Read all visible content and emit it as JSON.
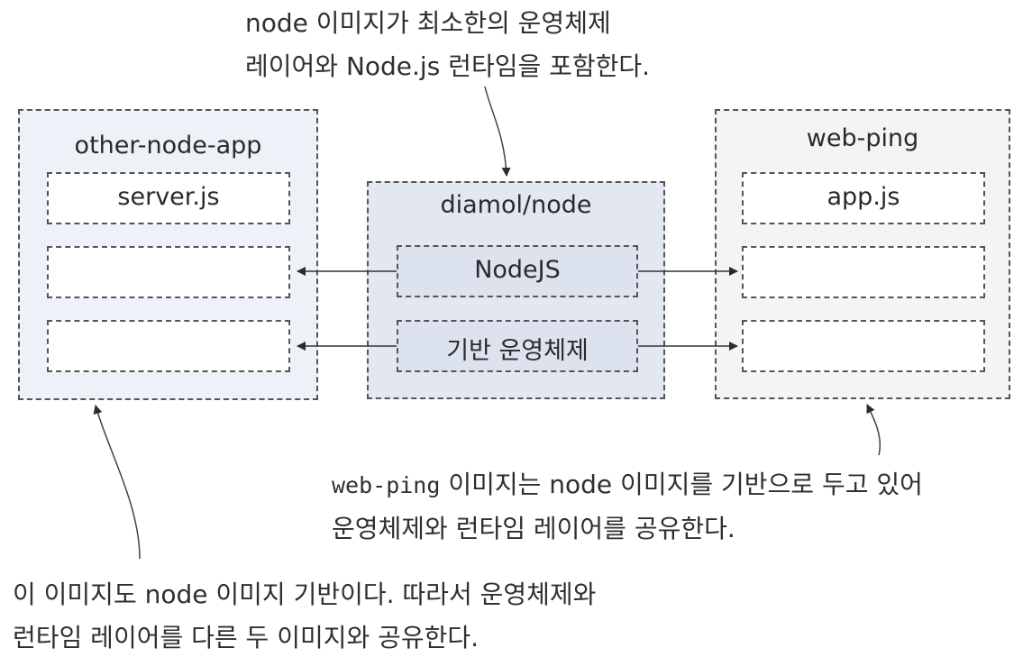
{
  "top_note": {
    "line1_prefix": "node",
    "line1_rest": " 이미지가 최소한의 운영체제",
    "line2": "레이어와 Node.js 런타임을 포함한다."
  },
  "left_image": {
    "title": "other-node-app",
    "layer_app": "server.js"
  },
  "middle_image": {
    "title": "diamol/node",
    "layer_runtime": "NodeJS",
    "layer_os": "기반 운영체제"
  },
  "right_image": {
    "title": "web-ping",
    "layer_app": "app.js"
  },
  "right_note": {
    "line1_mono1": "web-ping",
    "line1_mid": " 이미지는 ",
    "line1_mono2": "node",
    "line1_rest": " 이미지를 기반으로 두고 있어",
    "line2": "운영체제와 런타임 레이어를 공유한다."
  },
  "bottom_note": {
    "line1_start": "이 이미지도 ",
    "line1_mono": "node",
    "line1_rest": " 이미지 기반이다. 따라서 운영체제와",
    "line2": "런타임 레이어를 다른 두 이미지와 공유한다."
  },
  "colors": {
    "outer_left": "#eef1f8",
    "outer_mid": "#e3e7f2",
    "outer_right": "#f4f4f4",
    "stroke": "#555555"
  }
}
